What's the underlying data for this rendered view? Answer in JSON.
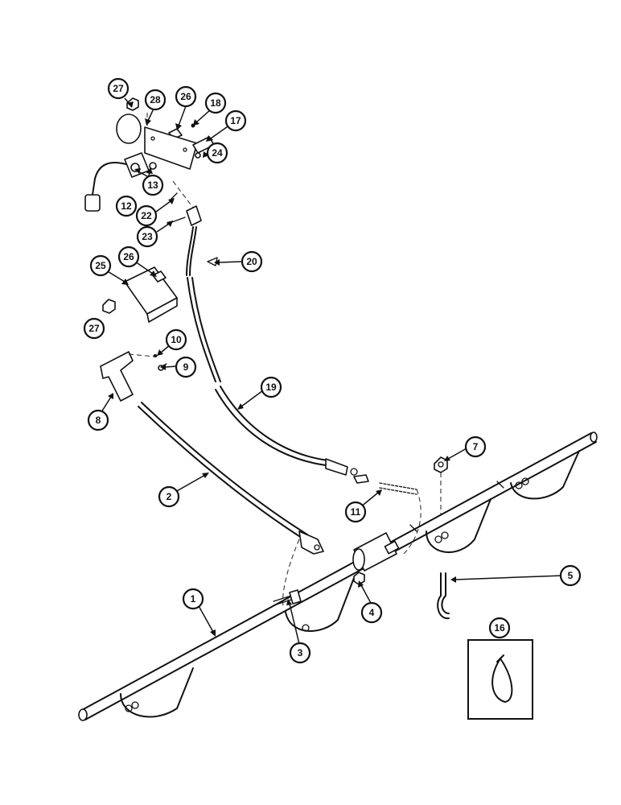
{
  "callouts": [
    {
      "id": "c1",
      "label": "1"
    },
    {
      "id": "c2",
      "label": "2"
    },
    {
      "id": "c3",
      "label": "3"
    },
    {
      "id": "c4",
      "label": "4"
    },
    {
      "id": "c5",
      "label": "5"
    },
    {
      "id": "c7",
      "label": "7"
    },
    {
      "id": "c8",
      "label": "8"
    },
    {
      "id": "c9",
      "label": "9"
    },
    {
      "id": "c10",
      "label": "10"
    },
    {
      "id": "c11",
      "label": "11"
    },
    {
      "id": "c12",
      "label": "12"
    },
    {
      "id": "c13",
      "label": "13"
    },
    {
      "id": "c16",
      "label": "16"
    },
    {
      "id": "c17",
      "label": "17"
    },
    {
      "id": "c18",
      "label": "18"
    },
    {
      "id": "c19",
      "label": "19"
    },
    {
      "id": "c20",
      "label": "20"
    },
    {
      "id": "c22",
      "label": "22"
    },
    {
      "id": "c23",
      "label": "23"
    },
    {
      "id": "c24",
      "label": "24"
    },
    {
      "id": "c25",
      "label": "25"
    },
    {
      "id": "c26a",
      "label": "26"
    },
    {
      "id": "c26b",
      "label": "26"
    },
    {
      "id": "c27a",
      "label": "27"
    },
    {
      "id": "c27b",
      "label": "27"
    },
    {
      "id": "c28",
      "label": "28"
    }
  ]
}
